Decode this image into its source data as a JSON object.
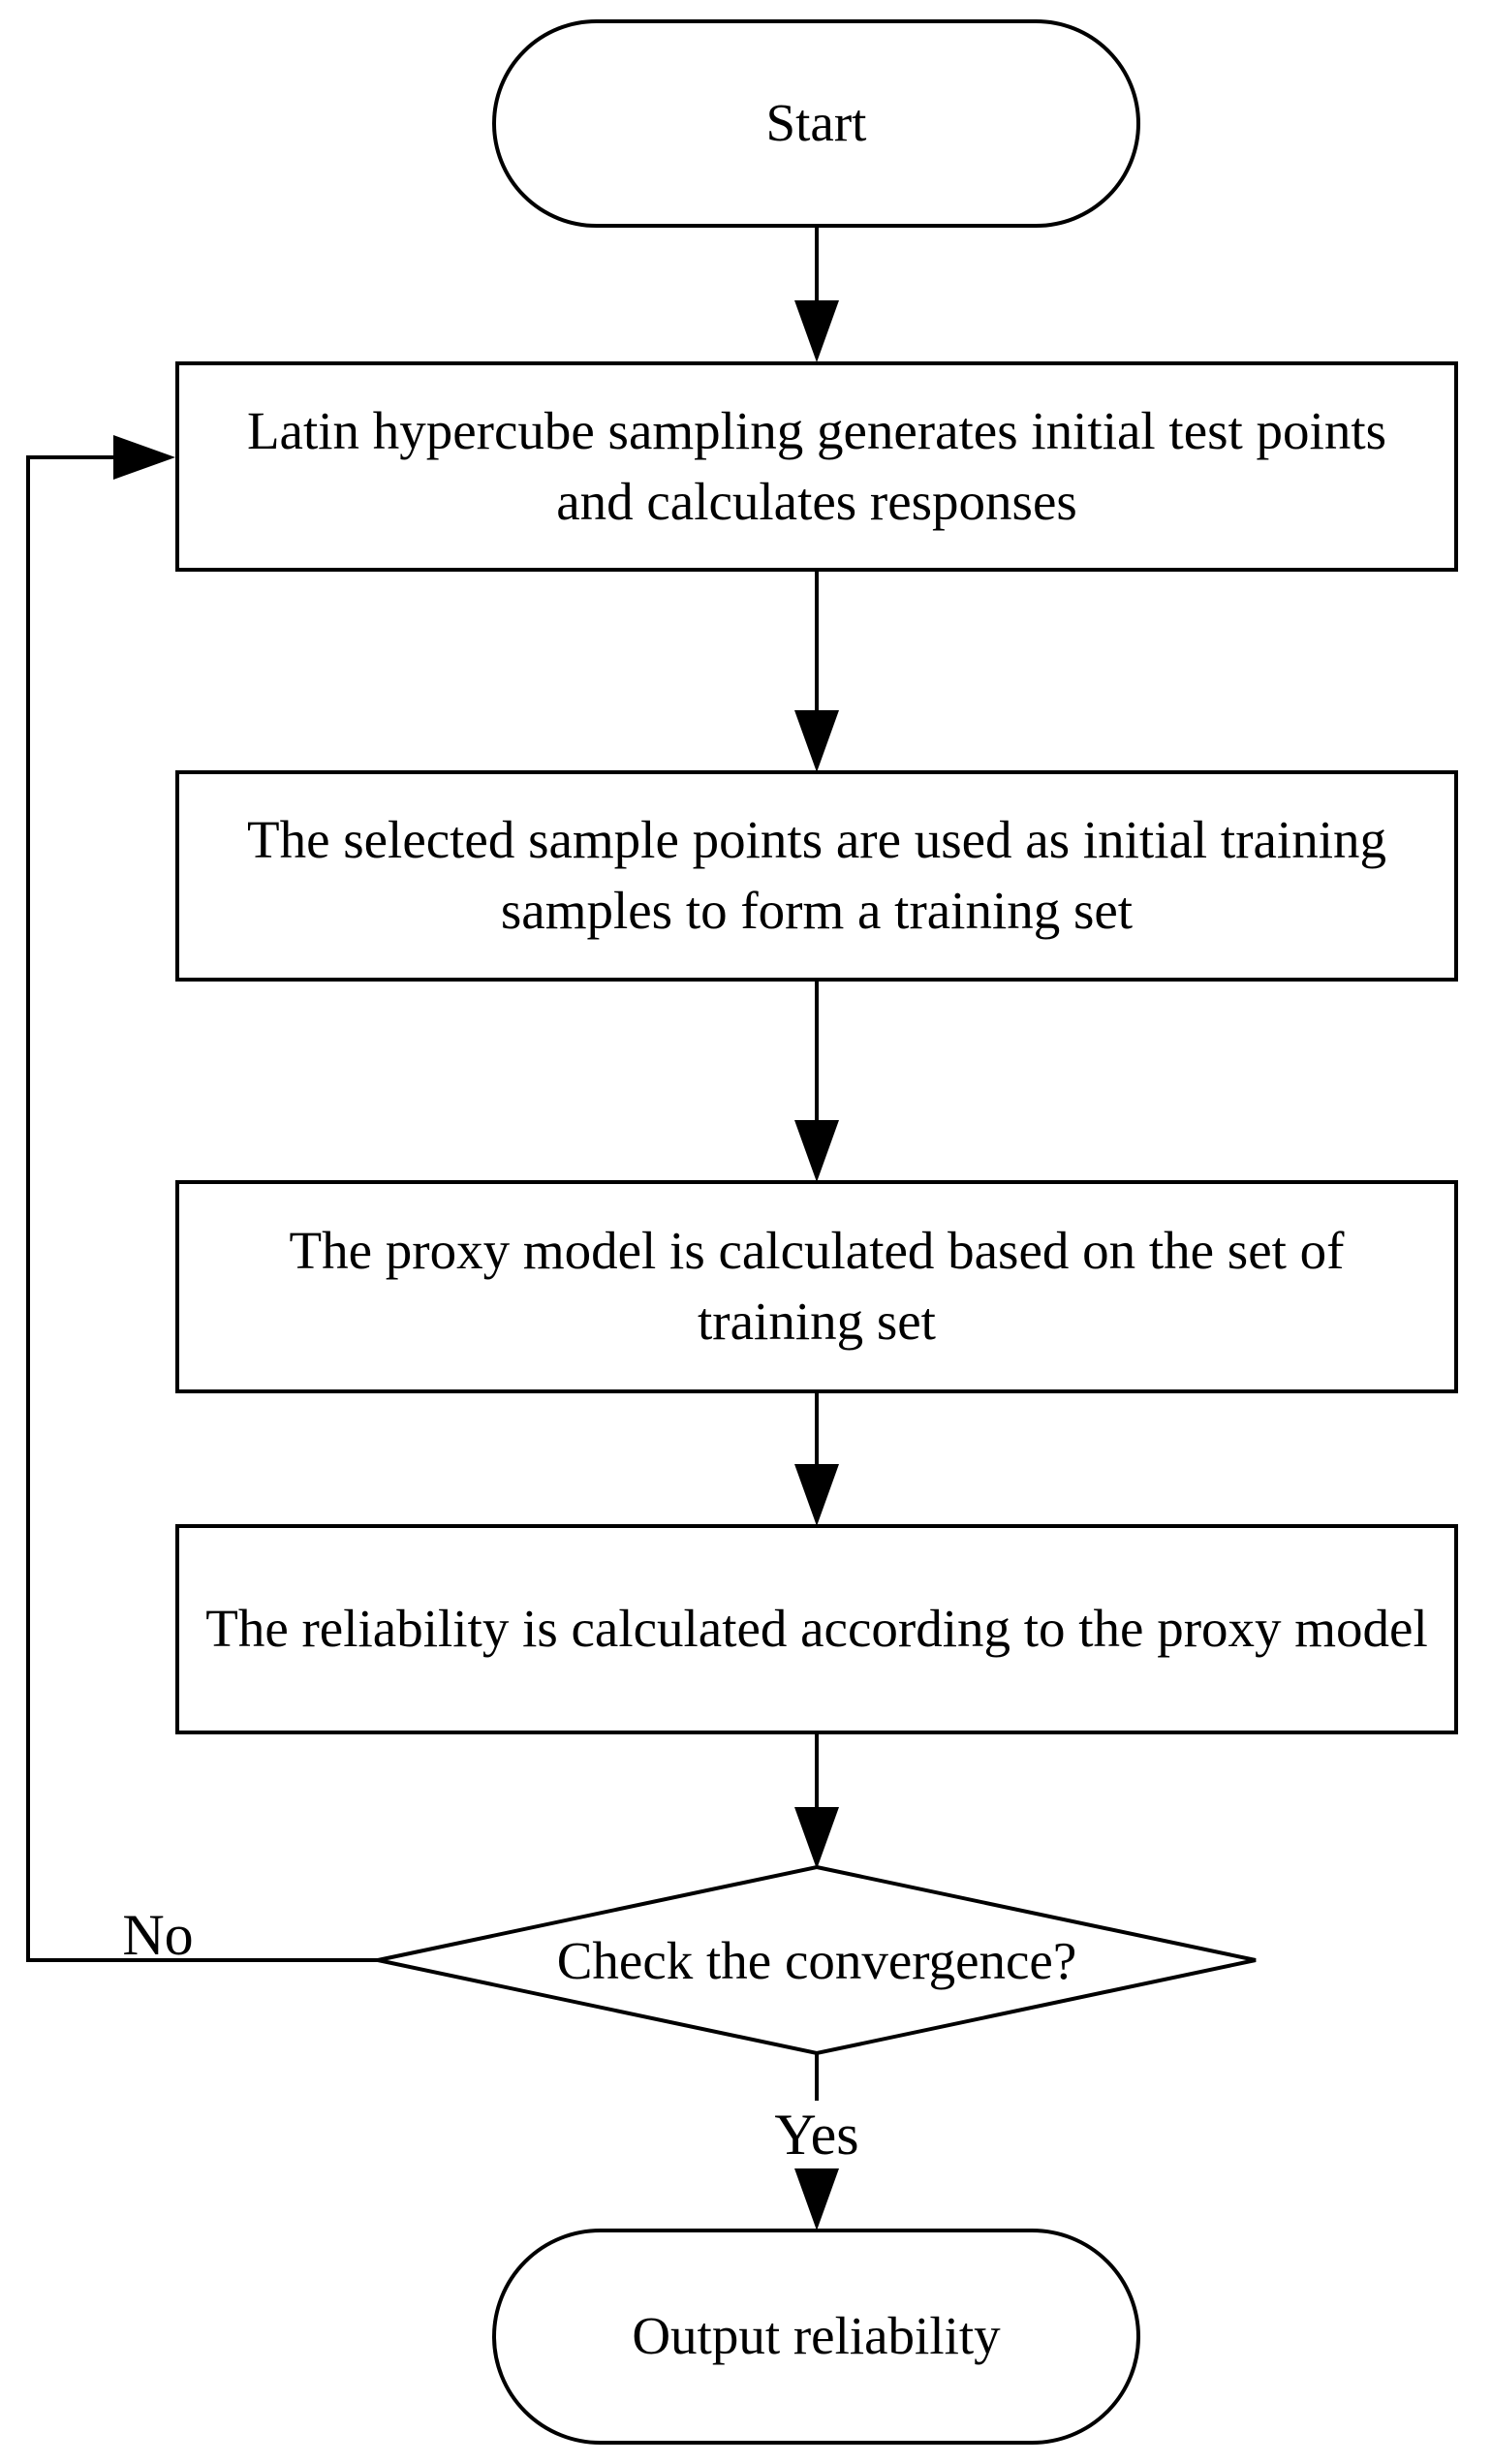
{
  "diagram": {
    "type": "flowchart",
    "background_color": "#ffffff",
    "stroke_color": "#000000",
    "text_color": "#000000",
    "nodes": {
      "start": {
        "shape": "terminator",
        "label": "Start"
      },
      "step1": {
        "shape": "process",
        "label": "Latin hypercube sampling generates initial test points and calculates responses"
      },
      "step2": {
        "shape": "process",
        "label": "The selected sample points are used as initial training samples to form a training set"
      },
      "step3": {
        "shape": "process",
        "label": "The proxy model is calculated based on the set of training set"
      },
      "step4": {
        "shape": "process",
        "label": "The reliability is calculated according to the proxy model"
      },
      "decision": {
        "shape": "decision",
        "label": "Check the convergence?"
      },
      "end": {
        "shape": "terminator",
        "label": "Output reliability"
      }
    },
    "edges": {
      "yes": {
        "from": "decision",
        "to": "end",
        "label": "Yes"
      },
      "no": {
        "from": "decision",
        "to": "step1",
        "label": "No"
      }
    }
  }
}
